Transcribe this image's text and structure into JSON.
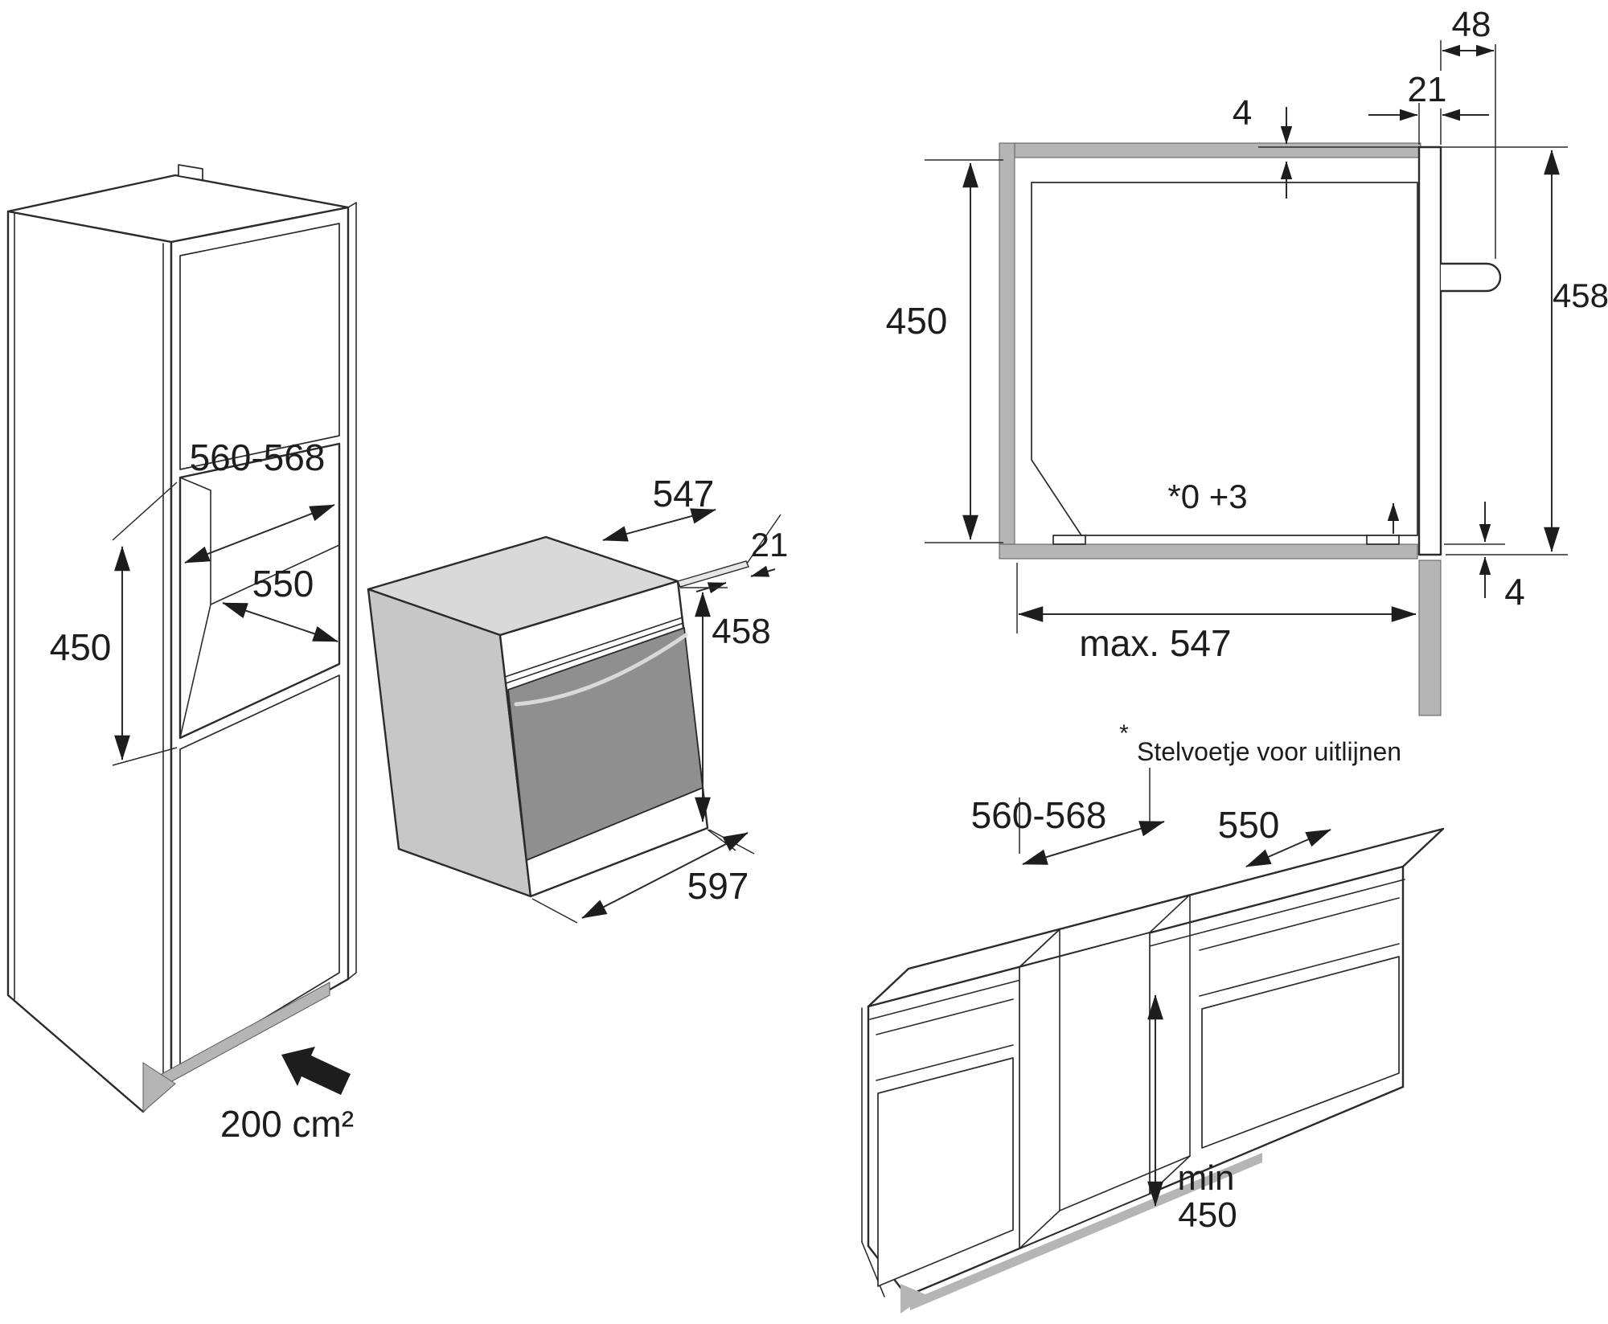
{
  "labels": {
    "tall_cabinet": {
      "niche_width": "560-568",
      "niche_depth": "550",
      "niche_height": "450",
      "ventilation_area": "200 cm²"
    },
    "oven": {
      "depth": "547",
      "front_overhang": "21",
      "height": "458",
      "width": "597"
    },
    "cross_section": {
      "handle_clearance": "48",
      "front_thickness": "21",
      "overlap_top": "4",
      "niche_height": "450",
      "appliance_height": "458",
      "levelling_feet": "*0 +3",
      "overlap_bottom": "4",
      "max_depth": "max. 547",
      "footnote_marker": "*",
      "footnote_text": "Stelvoetje voor uitlijnen"
    },
    "base_cabinet": {
      "niche_width": "560-568",
      "worktop_depth": "550",
      "min_prefix": "min",
      "min_height": "450"
    }
  },
  "colors": {
    "line": "#2b2b2b",
    "panel_gray": "#b5b5b5",
    "oven_top": "#d9d9d9",
    "oven_side": "#c7c7c7",
    "oven_door": "#8f8f8f",
    "background": "#ffffff"
  }
}
